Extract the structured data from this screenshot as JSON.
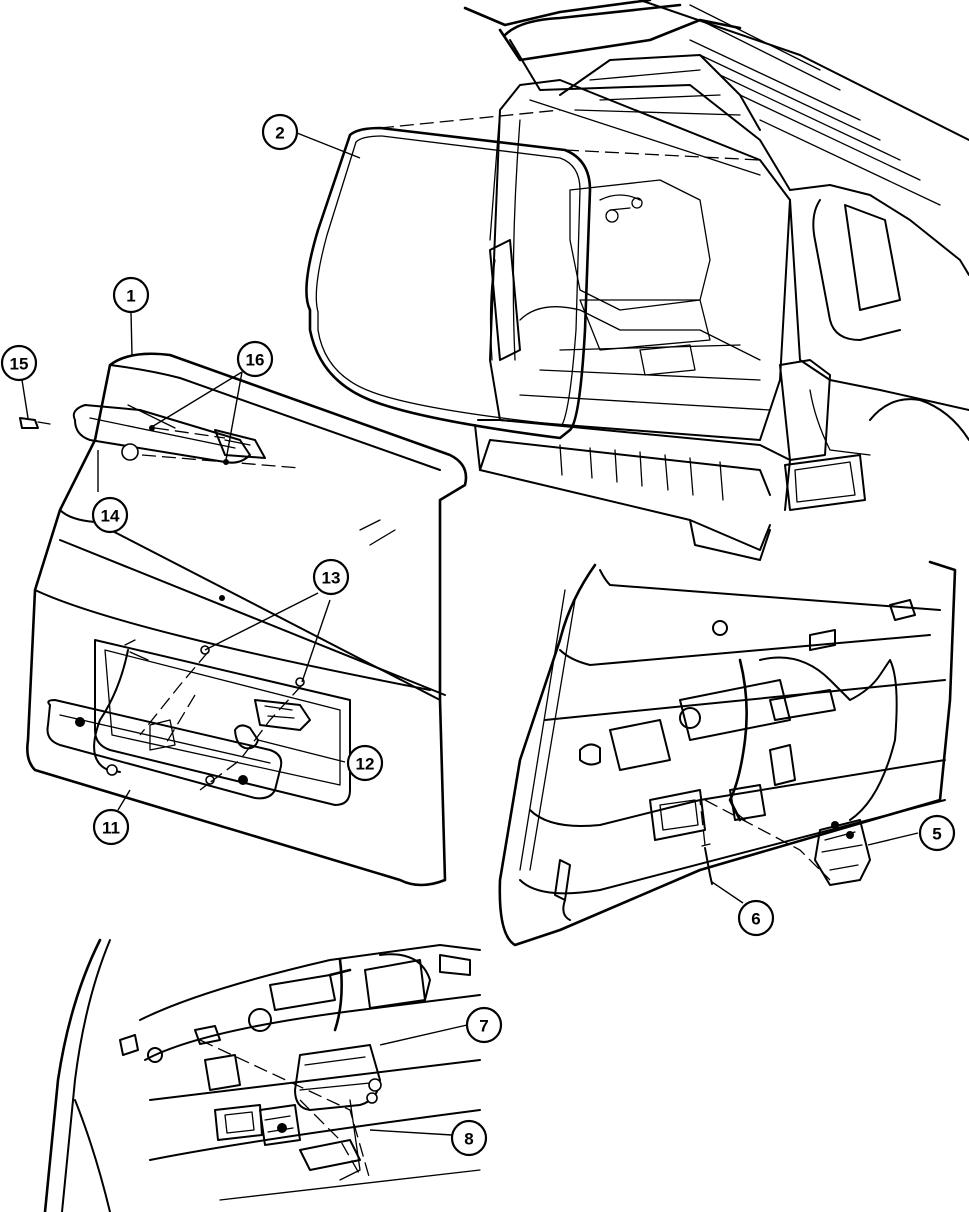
{
  "diagram": {
    "callouts": [
      {
        "id": "c1",
        "label": "1"
      },
      {
        "id": "c2",
        "label": "2"
      },
      {
        "id": "c5",
        "label": "5"
      },
      {
        "id": "c6",
        "label": "6"
      },
      {
        "id": "c7",
        "label": "7"
      },
      {
        "id": "c8",
        "label": "8"
      },
      {
        "id": "c11",
        "label": "11"
      },
      {
        "id": "c12",
        "label": "12"
      },
      {
        "id": "c13",
        "label": "13"
      },
      {
        "id": "c14",
        "label": "14"
      },
      {
        "id": "c15",
        "label": "15"
      },
      {
        "id": "c16",
        "label": "16"
      }
    ]
  }
}
